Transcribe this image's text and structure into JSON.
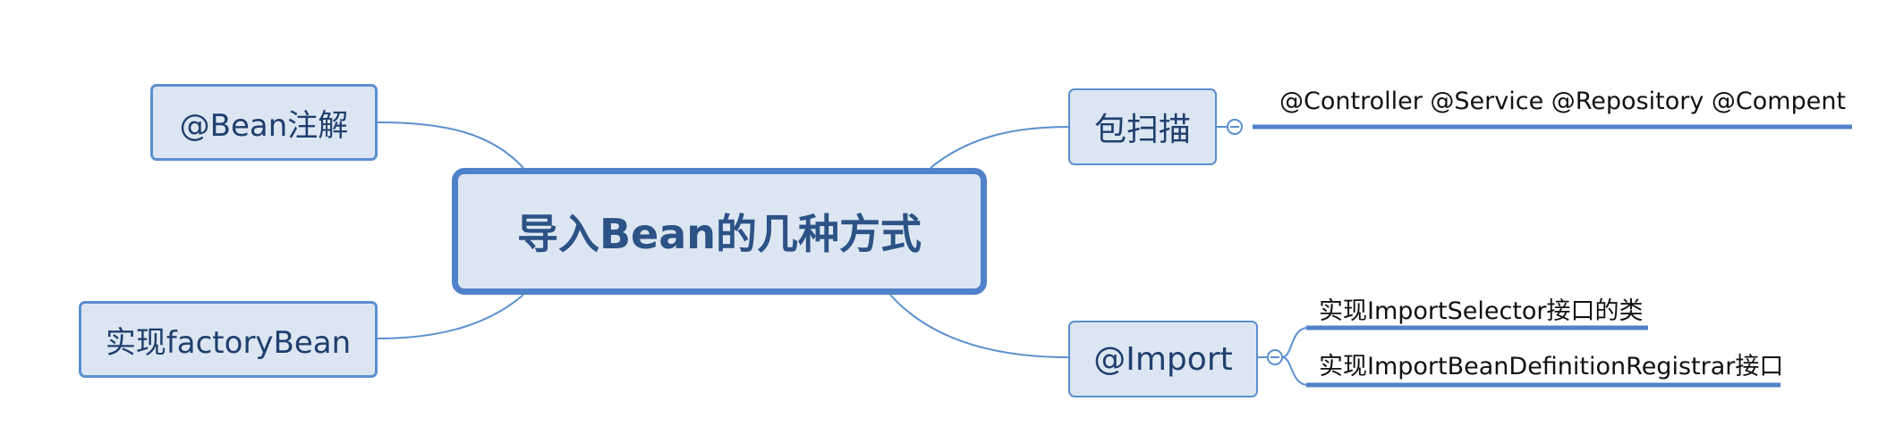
{
  "colors": {
    "accent": "#4f82c8",
    "node_fill": "#dce6f2",
    "text": "#1f3f6e",
    "line": "#5b8fd0"
  },
  "central": {
    "title": "导入Bean的几种方式"
  },
  "branches": {
    "bean_annotation": {
      "label": "@Bean注解"
    },
    "factory_bean": {
      "label": "实现factoryBean"
    },
    "package_scan": {
      "label": "包扫描",
      "collapse_icon": "minus-circle-icon",
      "children": [
        "@Controller @Service @Repository @Compent"
      ]
    },
    "import": {
      "label": "@Import",
      "collapse_icon": "minus-circle-icon",
      "children": [
        "实现ImportSelector接口的类",
        "实现ImportBeanDefinitionRegistrar接口"
      ]
    }
  }
}
